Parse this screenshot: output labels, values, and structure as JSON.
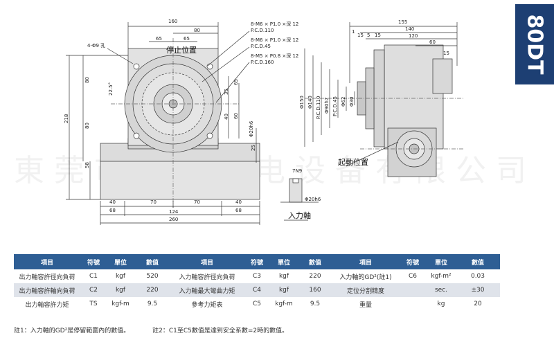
{
  "model": "80DT",
  "watermark": "東莞市三技机电设备有限公司",
  "drawing": {
    "labels": {
      "d160": "160",
      "d80": "80",
      "d65a": "65",
      "d65b": "65",
      "hole4": "4-Φ9 孔",
      "stop_pos": "停止位置",
      "ang": "22.5°",
      "h80a": "80",
      "h80b": "80",
      "h218": "218",
      "h58": "58",
      "v35": "35",
      "v65": "65",
      "v40": "40",
      "v25": "25",
      "v60": "60",
      "shaft20": "Φ20h6",
      "d40a": "40",
      "d40b": "40",
      "d70a": "70",
      "d70b": "70",
      "d124": "124",
      "d68a": "68",
      "d68b": "68",
      "d260": "260",
      "key": "7N9",
      "shaft20b": "Φ20h6",
      "input_shaft": "入力軸",
      "callout1a": "8-M6 × P1.0 ×深 12",
      "callout1b": "P.C.D.110",
      "callout2a": "8-M6 × P1.0 ×深 12",
      "callout2b": "P.C.D.45",
      "callout3a": "8-M5 × P0.8 ×深 12",
      "callout3b": "P.C.D.160",
      "r155": "155",
      "r140": "140",
      "r1": "1",
      "r15a": "15",
      "r5": "5",
      "r15b": "15",
      "r120": "120",
      "r60": "60",
      "r15c": "15",
      "phi150": "Φ150",
      "phi140": "Φ140",
      "pcd110": "P.C.D.110",
      "phi90": "Φ90h7",
      "pcd45": "P.C.D.45",
      "phi62": "Φ62",
      "phi30": "Φ30",
      "start_pos": "起動位置"
    }
  },
  "table": {
    "headers": [
      "項目",
      "符號",
      "單位",
      "數值",
      "項目",
      "符號",
      "單位",
      "數值",
      "項目",
      "符號",
      "單位",
      "數值"
    ],
    "rows": [
      [
        "出力軸容許徑向負荷",
        "C1",
        "kgf",
        "520",
        "入力軸容許徑向負荷",
        "C3",
        "kgf",
        "220",
        "入力軸的GD²(註1)",
        "C6",
        "kgf-m²",
        "0.03"
      ],
      [
        "出力軸容許軸向負荷",
        "C2",
        "kgf",
        "220",
        "入力軸最大彎曲力矩",
        "C4",
        "kgf",
        "160",
        "定位分割精度",
        "",
        "sec.",
        "±30"
      ],
      [
        "出力軸容許力矩",
        "TS",
        "kgf-m",
        "9.5",
        "參考力矩表",
        "C5",
        "kgf-m",
        "9.5",
        "重量",
        "",
        "kg",
        "20"
      ]
    ]
  },
  "notes": {
    "n1": "註1：入力軸的GD²是停留範圍內的數值。",
    "n2": "註2：C1至C5數值是達到安全系數=2時的數值。"
  },
  "colors": {
    "header_bg": "#2e5e94",
    "tab_bg": "#1d3f73",
    "row_alt": "#dfe3ea",
    "part_fill": "#d8d8d8"
  }
}
